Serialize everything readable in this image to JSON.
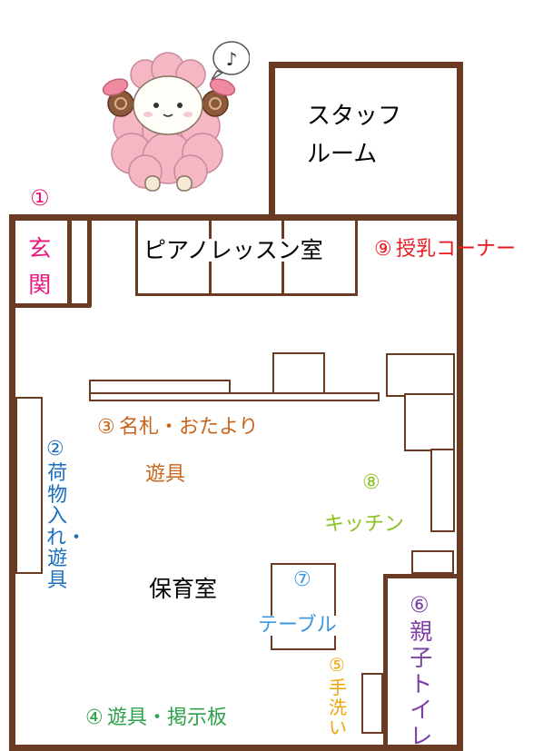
{
  "rooms": {
    "staff": "スタッフ\nルーム",
    "piano": "ピアノレッスン室",
    "main": "保育室"
  },
  "areas": {
    "entrance": {
      "num": "①",
      "text": "玄関"
    },
    "luggage": {
      "num": "②",
      "text": "荷物入れ・遊具"
    },
    "nameplate": {
      "num": "③",
      "text": "名札・おたより"
    },
    "toys": "遊具",
    "board": {
      "num": "④",
      "text": "遊具・掲示板"
    },
    "handwash": {
      "num": "⑤",
      "text": "手洗い"
    },
    "toilet": {
      "num": "⑥",
      "text": "親子トイレ"
    },
    "table": {
      "num": "⑦",
      "text": "テーブル"
    },
    "kitchen": {
      "num": "⑧",
      "text": "キッチン"
    },
    "nursing": {
      "num": "⑨",
      "text": "授乳コーナー"
    }
  },
  "colors": {
    "wall": "#6b3a22",
    "entrance": "#e8197a",
    "luggage": "#1a6fc0",
    "nameplate": "#c8651b",
    "board": "#2ca24a",
    "handwash": "#f0a30a",
    "toilet": "#7b3fa5",
    "table": "#3d96e0",
    "kitchen": "#8cc21f",
    "nursing": "#e8191f"
  },
  "icons": {
    "mascot": "sheep-mascot-icon",
    "note": "music-note-icon"
  }
}
